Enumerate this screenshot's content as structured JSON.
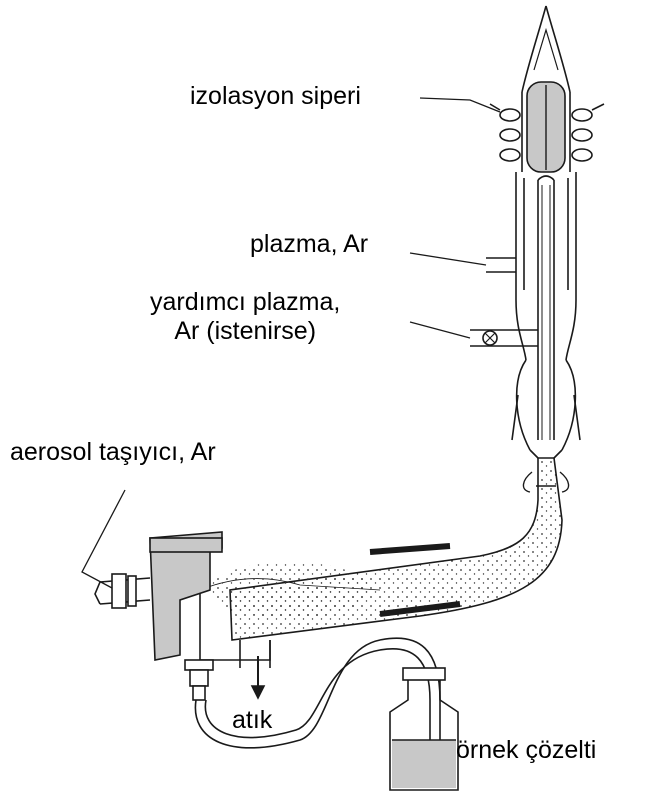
{
  "labels": {
    "izolasyon": "izolasyon siperi",
    "plazma": "plazma, Ar",
    "yardimci_line1": "yardımcı plazma,",
    "yardimci_line2": "Ar (istenirse)",
    "aerosol": "aerosol taşıyıcı, Ar",
    "atik": "atık",
    "ornek": "örnek çözelti"
  },
  "colors": {
    "stroke": "#1a1a1a",
    "gray_fill": "#c8c8c8",
    "liquid_fill": "#c8c8c8"
  }
}
